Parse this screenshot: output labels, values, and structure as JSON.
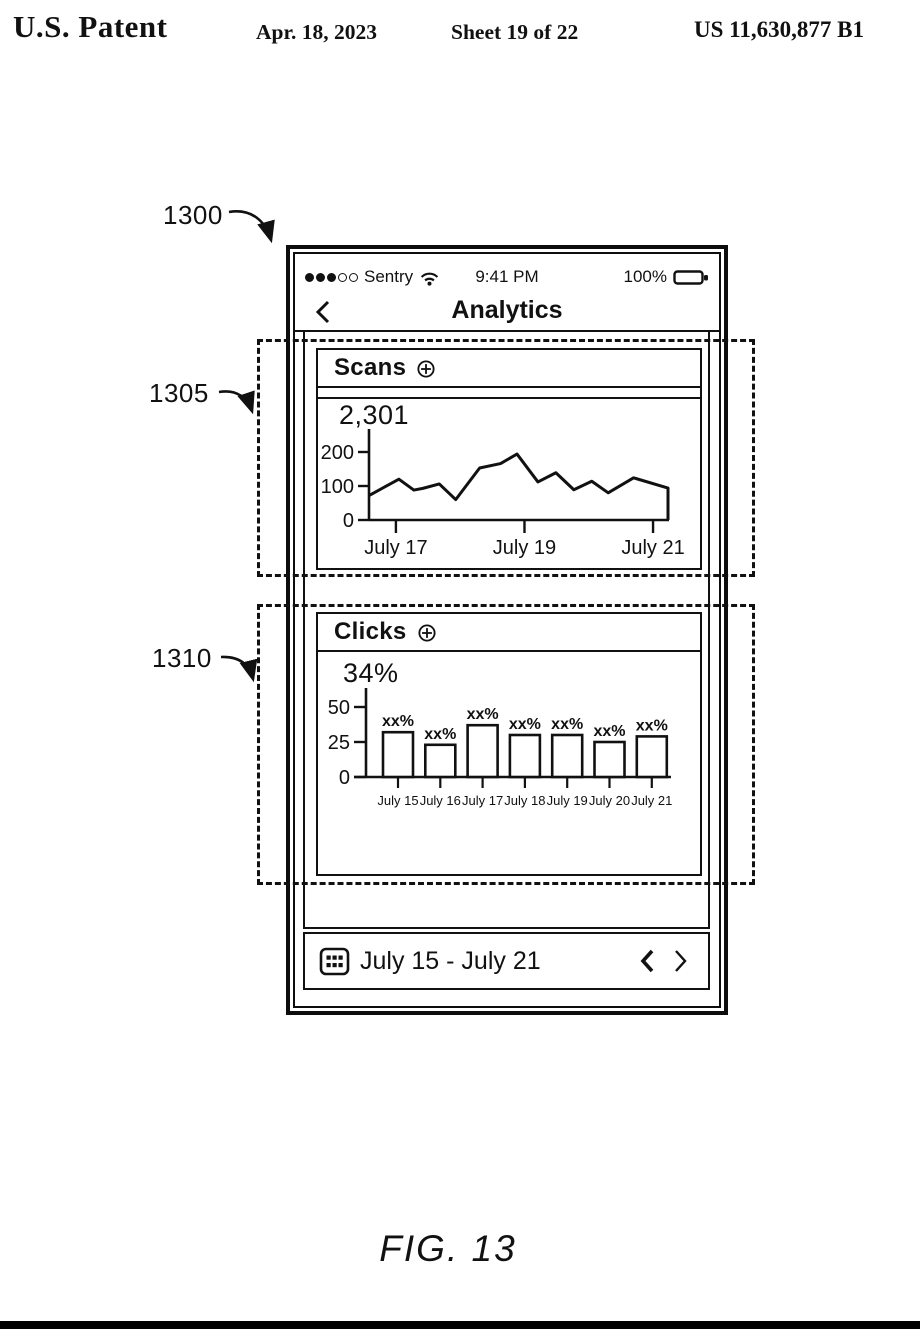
{
  "page": {
    "header": {
      "title": "U.S. Patent",
      "date": "Apr. 18, 2023",
      "sheet": "Sheet 19 of 22",
      "patent_number": "US 11,630,877 B1"
    },
    "figure_label": "FIG. 13",
    "reference_labels": {
      "device": "1300",
      "scans_panel": "1305",
      "clicks_panel": "1310"
    }
  },
  "phone": {
    "status_bar": {
      "carrier": "Sentry",
      "signal_dots_filled": 3,
      "signal_dots_total": 5,
      "wifi_icon": "wifi",
      "time": "9:41 PM",
      "battery_percent": "100%",
      "battery_icon": "battery"
    },
    "nav": {
      "back_icon": "chevron-left",
      "title": "Analytics"
    },
    "footer": {
      "calendar_icon": "calendar",
      "date_range": "July 15 - July 21",
      "prev_icon": "chevron-left",
      "next_icon": "chevron-right"
    }
  },
  "chart_data": [
    {
      "type": "line",
      "title": "Scans",
      "add_icon": "circled-plus",
      "headline_value": "2,301",
      "ylim": [
        0,
        260
      ],
      "y_ticks": [
        0,
        100,
        200
      ],
      "x_tick_labels": [
        {
          "label": "July 17",
          "pos": 0.09
        },
        {
          "label": "July 19",
          "pos": 0.52
        },
        {
          "label": "July 21",
          "pos": 0.95
        }
      ],
      "points": [
        [
          0.0,
          72
        ],
        [
          0.1,
          120
        ],
        [
          0.15,
          88
        ],
        [
          0.18,
          93
        ],
        [
          0.235,
          106
        ],
        [
          0.29,
          60
        ],
        [
          0.37,
          153
        ],
        [
          0.44,
          166
        ],
        [
          0.495,
          194
        ],
        [
          0.565,
          112
        ],
        [
          0.625,
          139
        ],
        [
          0.685,
          89
        ],
        [
          0.745,
          114
        ],
        [
          0.8,
          80
        ],
        [
          0.885,
          124
        ],
        [
          1.0,
          94
        ],
        [
          1.0,
          0
        ]
      ],
      "grid": false,
      "legend": "none"
    },
    {
      "type": "bar",
      "title": "Clicks",
      "add_icon": "circled-plus",
      "headline_value": "34%",
      "ylim": [
        0,
        62
      ],
      "y_ticks": [
        0,
        25,
        50
      ],
      "categories": [
        "July 15",
        "July 16",
        "July 17",
        "July 18",
        "July 19",
        "July 20",
        "July 21"
      ],
      "values": [
        32,
        23,
        37,
        30,
        30,
        25,
        29
      ],
      "bar_labels": [
        "xx%",
        "xx%",
        "xx%",
        "xx%",
        "xx%",
        "xx%",
        "xx%"
      ],
      "grid": false,
      "legend": "none"
    }
  ]
}
